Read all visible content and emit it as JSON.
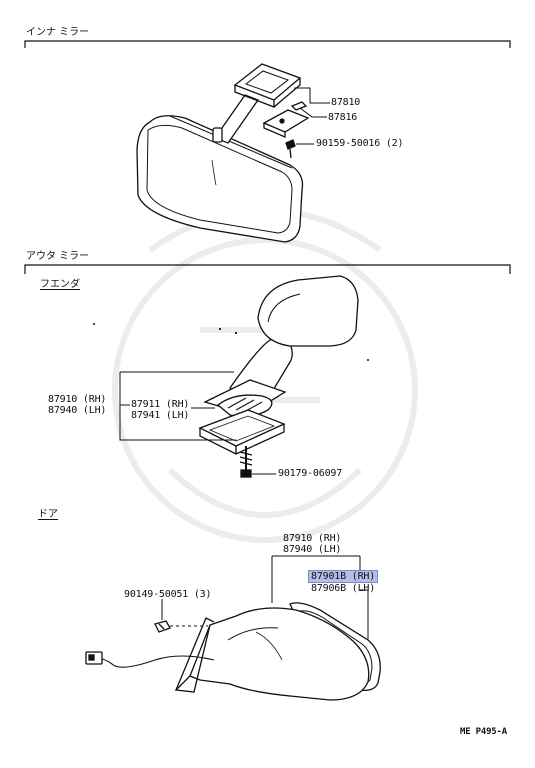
{
  "sections": {
    "inner_mirror_title": "インナ ミラー",
    "outer_mirror_title": "アウタ ミラー",
    "fender_subtitle": "フエンダ",
    "door_subtitle": "ドア"
  },
  "labels": {
    "p87810": "87810",
    "p87816": "87816",
    "p90159": "90159-50016 (2)",
    "p87910_rh_a": "87910 (RH)",
    "p87940_lh_a": "87940 (LH)",
    "p87911": "87911 (RH)",
    "p87941": "87941 (LH)",
    "p90179": "90179-06097",
    "p87910_rh_b": "87910 (RH)",
    "p87940_lh_b": "87940 (LH)",
    "p87901b": "87901B (RH)",
    "p87906b": "87906B (LH)",
    "p90149": "90149-50051 (3)"
  },
  "footer": {
    "code": "ME P495-A"
  },
  "colors": {
    "line": "#111111",
    "highlight": "#b6bde6",
    "watermark": "#ececec"
  }
}
